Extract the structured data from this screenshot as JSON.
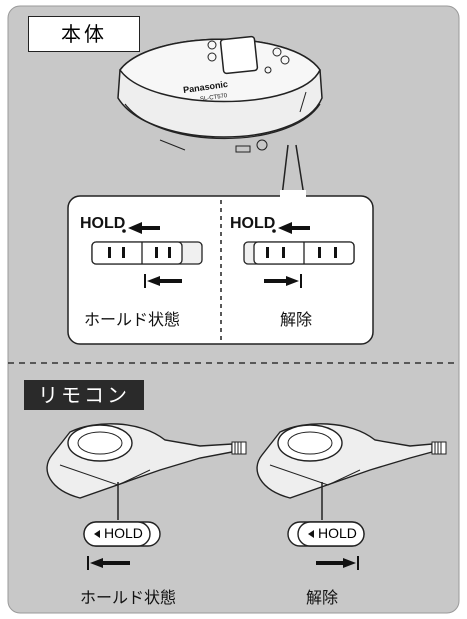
{
  "main_unit": {
    "label": "本体",
    "brand": "Panasonic",
    "model": "SL-CT570",
    "hold_locked": {
      "hold": "HOLD",
      "caption": "ホールド状態"
    },
    "hold_released": {
      "hold": "HOLD",
      "caption": "解除"
    }
  },
  "remote": {
    "label": "リモコン",
    "hold_locked": {
      "hold": "HOLD",
      "caption": "ホールド状態"
    },
    "hold_released": {
      "hold": "HOLD",
      "caption": "解除"
    }
  },
  "colors": {
    "panel": "#c8c8c8",
    "box": "#ffffff",
    "ink": "#111111",
    "dark_label": "#2a2a2a"
  }
}
